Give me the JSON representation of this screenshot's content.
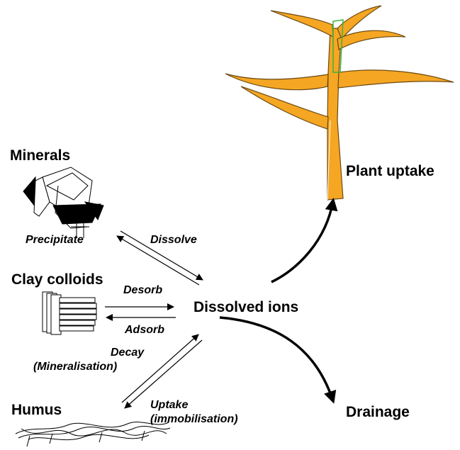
{
  "diagram": {
    "pools": {
      "minerals": "Minerals",
      "clay_colloids": "Clay colloids",
      "humus": "Humus",
      "dissolved_ions": "Dissolved ions",
      "plant_uptake": "Plant uptake",
      "drainage": "Drainage"
    },
    "processes": {
      "precipitate": "Precipitate",
      "dissolve": "Dissolve",
      "desorb": "Desorb",
      "adsorb": "Adsorb",
      "decay": "Decay",
      "mineralisation": "(Mineralisation)",
      "uptake": "Uptake",
      "immobilisation": "(immobilisation)"
    },
    "colors": {
      "plant_fill": "#F5A623",
      "plant_stroke": "#6B4A10",
      "green_accent": "#3BB43B",
      "ink": "#000000"
    },
    "icons": [
      "mineral-crystals-icon",
      "clay-platelets-icon",
      "humus-fibres-icon",
      "maize-plant-icon"
    ]
  }
}
